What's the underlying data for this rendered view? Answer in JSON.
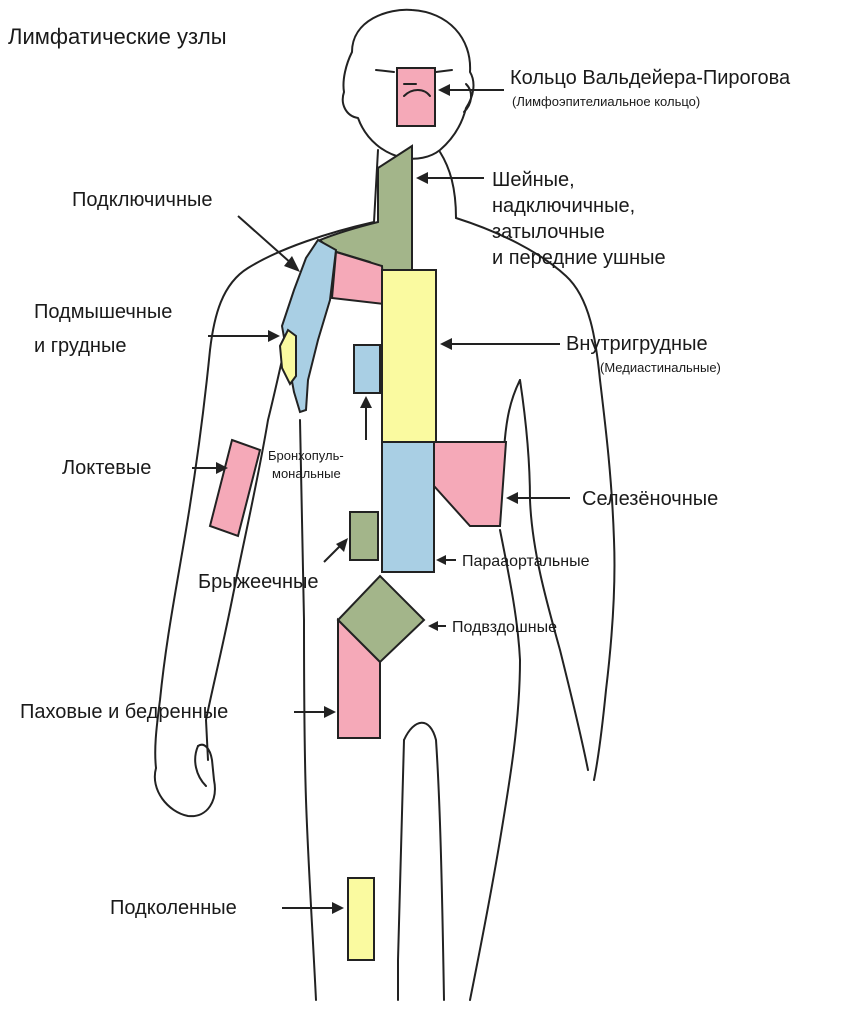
{
  "title": "Лимфатические узлы",
  "colors": {
    "pink": "#f5a9b8",
    "green": "#a3b58a",
    "blue": "#a9cfe4",
    "yellow": "#fafaa0",
    "outline": "#222222"
  },
  "labels": {
    "waldeyer": "Кольцо Вальдейера-Пирогова",
    "waldeyer_sub": "(Лимфоэпителиальное кольцо)",
    "cervical_1": "Шейные,",
    "cervical_2": "надключичные,",
    "cervical_3": "затылочные",
    "cervical_4": "и передние ушные",
    "subclavian": "Подключичные",
    "axillary_1": "Подмышечные",
    "axillary_2": "и грудные",
    "intrathoracic": "Внутригрудные",
    "intrathoracic_sub": "(Медиастинальные)",
    "bronchopulmonary_1": "Бронхопуль-",
    "bronchopulmonary_2": "мональные",
    "cubital": "Локтевые",
    "splenic": "Селезёночные",
    "paraaortic": "Парааортальные",
    "mesenteric": "Брыжеечные",
    "iliac": "Подвздошные",
    "inguinal": "Паховые и бедренные",
    "popliteal": "Подколенные"
  }
}
